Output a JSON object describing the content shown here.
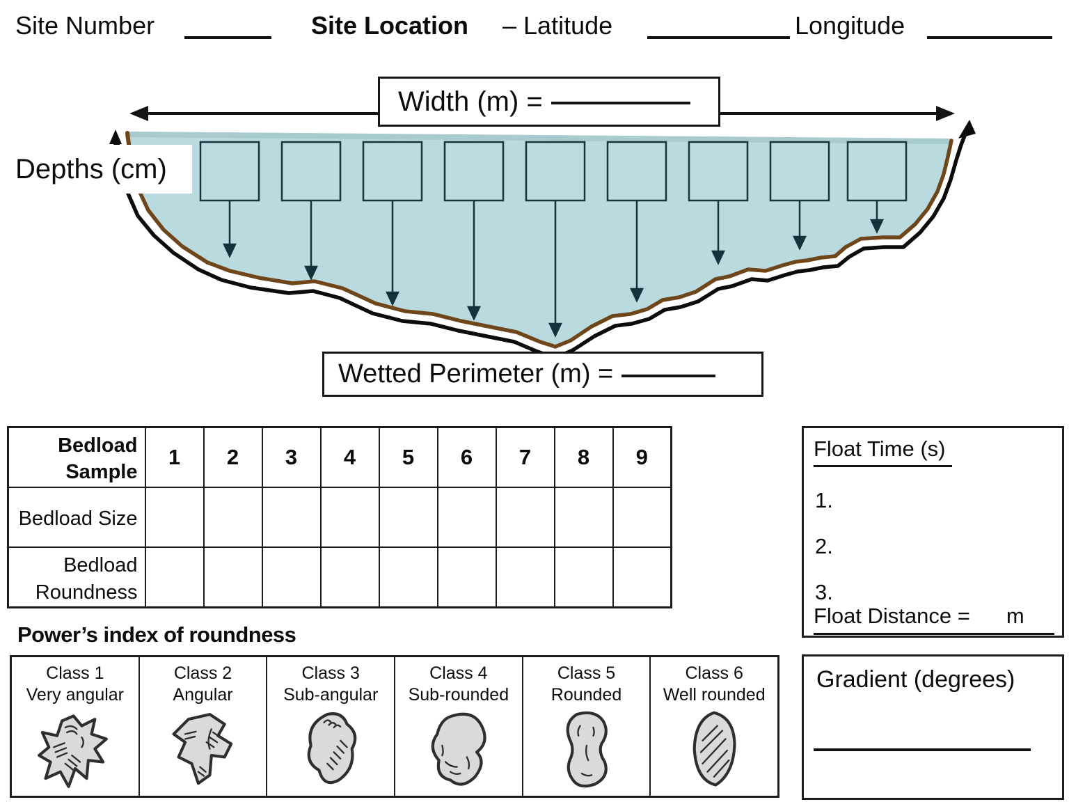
{
  "header": {
    "site_number": "Site Number",
    "site_location": "Site Location",
    "latitude": "– Latitude",
    "longitude": "Longitude"
  },
  "diagram": {
    "width_label": "Width (m) =",
    "depths_label": "Depths (cm)",
    "wetted_perimeter_label": "Wetted Perimeter (m) =",
    "depth_box_count": 9,
    "water_color": "#b9dade",
    "bed_line_color": "#6f4619",
    "outline_color": "#0c0c0c"
  },
  "bedload_table": {
    "corner": "Bedload Sample",
    "samples": [
      "1",
      "2",
      "3",
      "4",
      "5",
      "6",
      "7",
      "8",
      "9"
    ],
    "row_labels": [
      "Bedload Size",
      "Bedload Roundness"
    ]
  },
  "roundness_index": {
    "title": "Power’s index of roundness",
    "classes": [
      {
        "name": "Class 1",
        "desc": "Very angular"
      },
      {
        "name": "Class 2",
        "desc": "Angular"
      },
      {
        "name": "Class 3",
        "desc": "Sub-angular"
      },
      {
        "name": "Class 4",
        "desc": "Sub-rounded"
      },
      {
        "name": "Class 5",
        "desc": "Rounded"
      },
      {
        "name": "Class 6",
        "desc": "Well rounded"
      }
    ]
  },
  "float_time": {
    "title": "Float Time (s)",
    "entries": [
      "1.",
      "2.",
      "3."
    ],
    "distance_label": "Float Distance =",
    "distance_unit": "m"
  },
  "gradient": {
    "title": "Gradient (degrees)"
  }
}
